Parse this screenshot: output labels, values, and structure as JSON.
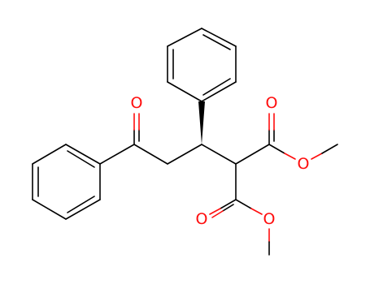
{
  "colors": {
    "bond": "#000000",
    "oxygen": "#ff0d0d",
    "background": "#ffffff"
  },
  "structure": {
    "atoms": {
      "o_ketone": "O",
      "o_upper_carbonyl": "O",
      "o_upper_ester": "O",
      "o_lower_carbonyl": "O",
      "o_lower_ester": "O"
    }
  }
}
